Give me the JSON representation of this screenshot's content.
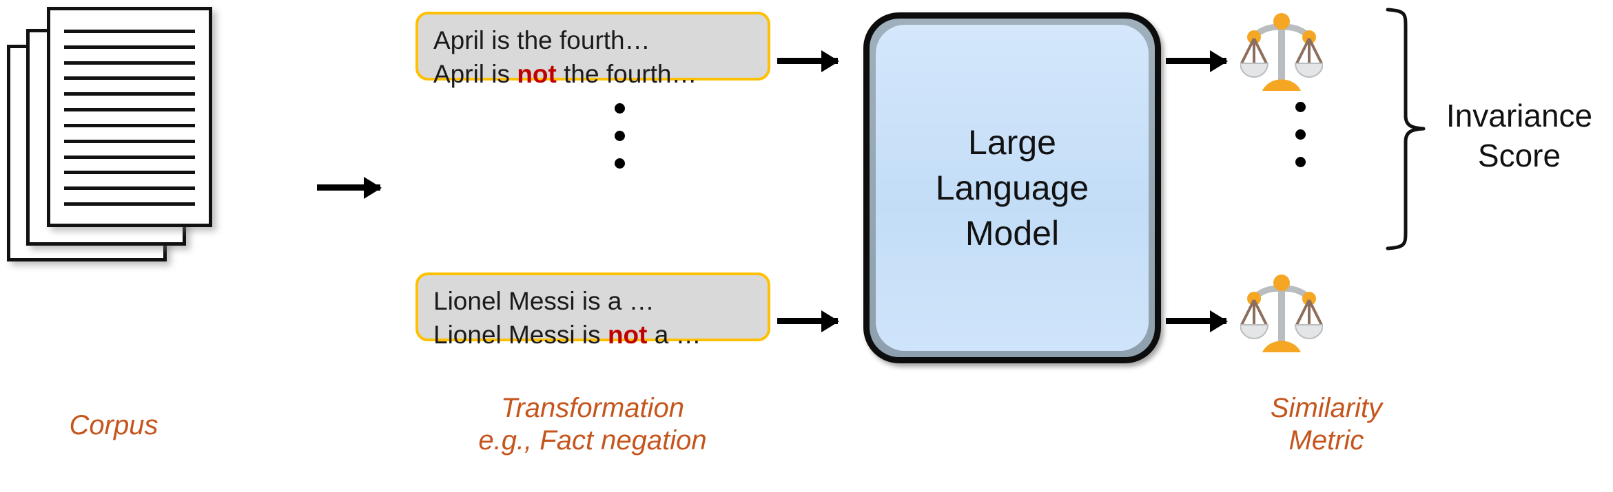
{
  "figure": {
    "type": "pipeline-diagram",
    "background_color": "#ffffff",
    "accent_color": "#C5551D",
    "box_border_color": "#FFC000",
    "box_fill_color": "#D9D9D9",
    "negation_color": "#C00000",
    "llm_fill_color": "#c9e0f8"
  },
  "corpus": {
    "label": "Corpus",
    "sheet_count": 3,
    "line_count": 12
  },
  "transformation": {
    "label": "Transformation\ne.g., Fact negation",
    "pairs": [
      {
        "original": "April is the fourth…",
        "negated_prefix": "April is ",
        "negated_word": "not",
        "negated_suffix": " the fourth…"
      },
      {
        "original": "Lionel Messi is a …",
        "negated_prefix": "Lionel Messi is ",
        "negated_word": "not",
        "negated_suffix": " a …"
      }
    ],
    "ellipsis": "⋮"
  },
  "model": {
    "label": "Large\nLanguage\nModel"
  },
  "similarity": {
    "label": "Similarity\nMetric",
    "icon": "balance-scale-icon",
    "icon_count": 2,
    "ellipsis": "⋮"
  },
  "output": {
    "label": "Invariance\nScore",
    "bracket": "right-curly-brace"
  },
  "arrows": [
    {
      "name": "corpus-to-transformation"
    },
    {
      "name": "pair-top-to-model"
    },
    {
      "name": "pair-bottom-to-model"
    },
    {
      "name": "model-to-scale-top"
    },
    {
      "name": "model-to-scale-bottom"
    }
  ]
}
